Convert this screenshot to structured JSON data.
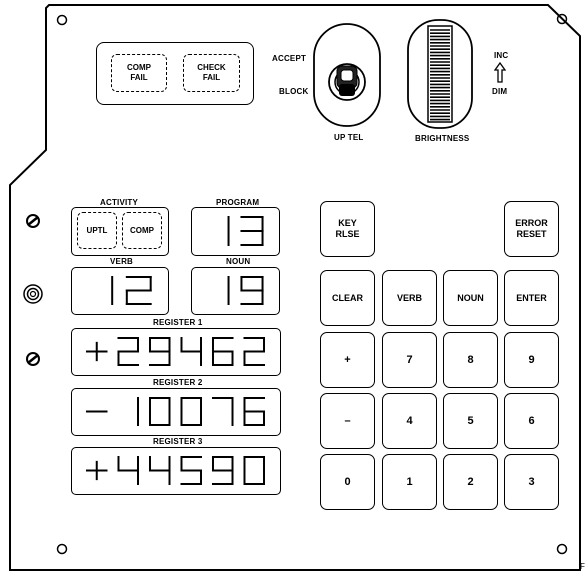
{
  "warning_lamps": {
    "comp_fail": "COMP\nFAIL",
    "check_fail": "CHECK\nFAIL"
  },
  "uplink_switch": {
    "accept_label": "ACCEPT",
    "block_label": "BLOCK",
    "title": "UP TEL"
  },
  "brightness": {
    "title": "BRIGHTNESS",
    "inc_label": "INC",
    "dim_label": "DIM"
  },
  "status": {
    "activity_label": "ACTIVITY",
    "uptl": "UPTL",
    "comp": "COMP",
    "program_label": "PROGRAM",
    "verb_label": "VERB",
    "noun_label": "NOUN"
  },
  "displays": {
    "program": "13",
    "verb": "12",
    "noun": "19",
    "register_1_label": "REGISTER 1",
    "register_1": "+29462",
    "register_2_label": "REGISTER 2",
    "register_2": "-10076",
    "register_3_label": "REGISTER 3",
    "register_3": "+44590"
  },
  "keys": {
    "key_rlse": "KEY\nRLSE",
    "error_reset": "ERROR\nRESET",
    "clear": "CLEAR",
    "verb": "VERB",
    "noun": "NOUN",
    "enter": "ENTER",
    "plus": "+",
    "minus": "–",
    "k0": "0",
    "k1": "1",
    "k2": "2",
    "k3": "3",
    "k4": "4",
    "k5": "5",
    "k6": "6",
    "k7": "7",
    "k8": "8",
    "k9": "9"
  },
  "corner_mark": "F"
}
